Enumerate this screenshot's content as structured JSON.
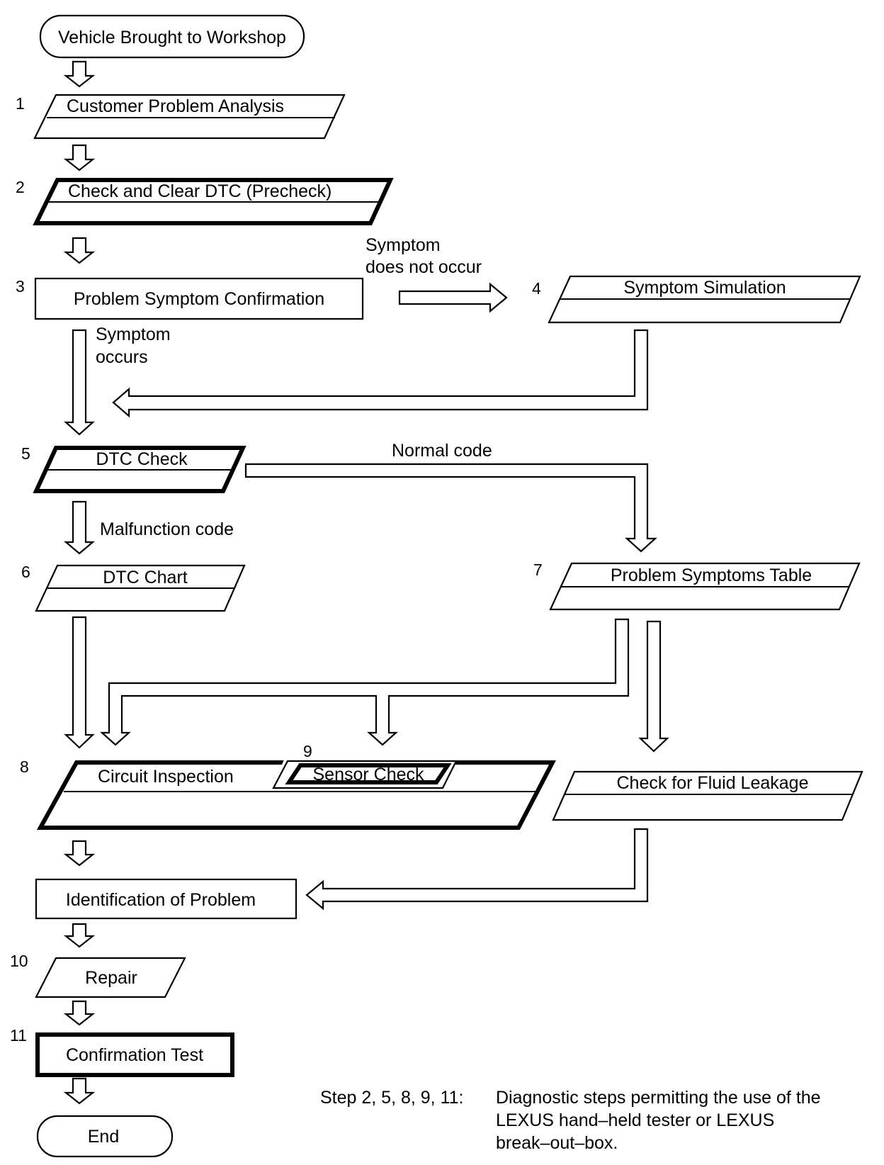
{
  "steps": {
    "start": "Vehicle Brought to Workshop",
    "s1": {
      "num": "1",
      "label": "Customer Problem Analysis"
    },
    "s2": {
      "num": "2",
      "label": "Check and Clear DTC (Precheck)"
    },
    "s3": {
      "num": "3",
      "label": "Problem Symptom Confirmation"
    },
    "s4": {
      "num": "4",
      "label": "Symptom Simulation"
    },
    "s5": {
      "num": "5",
      "label": "DTC Check"
    },
    "s6": {
      "num": "6",
      "label": "DTC Chart"
    },
    "s7": {
      "num": "7",
      "label": "Problem Symptoms Table"
    },
    "s8": {
      "num": "8",
      "label": "Circuit Inspection"
    },
    "s9": {
      "num": "9",
      "label": "Sensor Check"
    },
    "fluid": "Check for Fluid Leakage",
    "ident": "Identification of Problem",
    "s10": {
      "num": "10",
      "label": "Repair"
    },
    "s11": {
      "num": "11",
      "label": "Confirmation Test"
    },
    "end": "End"
  },
  "branches": {
    "not_occur_1": "Symptom",
    "not_occur_2": "does not occur",
    "occurs_1": "Symptom",
    "occurs_2": "occurs",
    "normal": "Normal code",
    "malfunction": "Malfunction code"
  },
  "note": {
    "prefix": "Step 2, 5, 8, 9, 11:",
    "line1": "Diagnostic steps permitting the use of the",
    "line2": "LEXUS hand–held tester or LEXUS",
    "line3": "break–out–box."
  }
}
